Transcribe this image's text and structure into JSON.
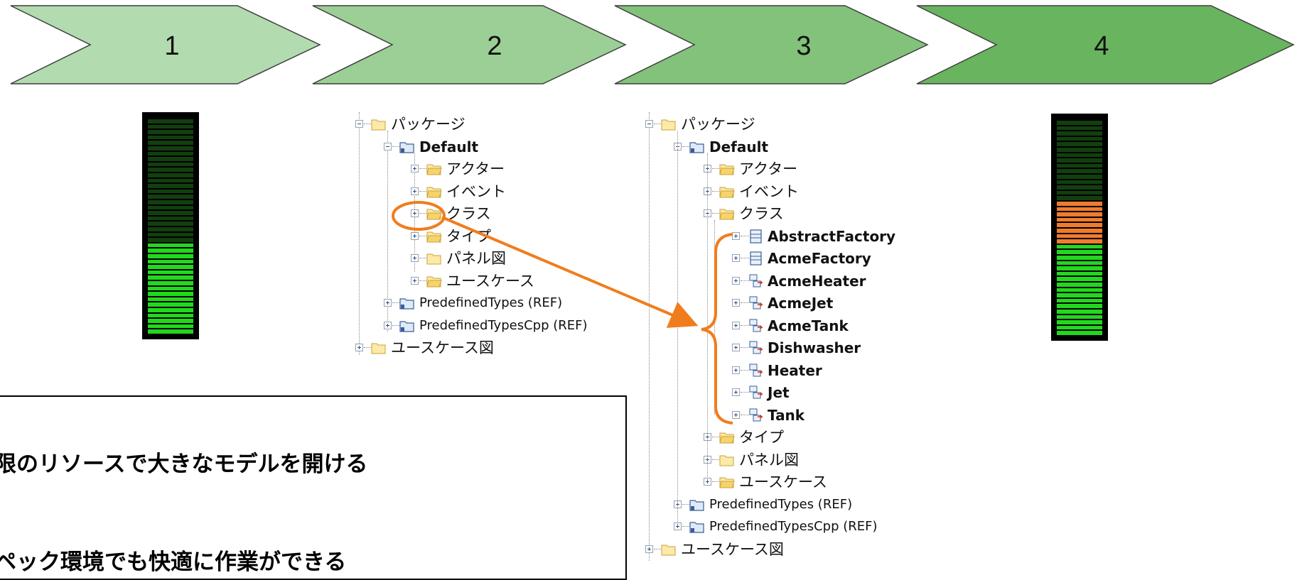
{
  "steps": [
    {
      "label": "1",
      "color": "#b2dbb0"
    },
    {
      "label": "2",
      "color": "#9ccf95"
    },
    {
      "label": "3",
      "color": "#82c27a"
    },
    {
      "label": "4",
      "color": "#69b45e"
    }
  ],
  "gauges": [
    {
      "name": "memory-gauge-step1",
      "segments_total": 40,
      "green_fraction": 0.42,
      "orange_fraction": 0.0
    },
    {
      "name": "memory-gauge-step4",
      "segments_total": 40,
      "green_fraction": 0.42,
      "orange_fraction": 0.2
    }
  ],
  "colors": {
    "green": "#22d81e",
    "orange": "#ef7c2e",
    "dark_segment": "#123f0f",
    "accent_orange": "#f07d1d"
  },
  "tree_step2": {
    "root": "パッケージ",
    "default": "Default",
    "children": [
      "アクター",
      "イベント",
      "クラス",
      "タイプ",
      "パネル図",
      "ユースケース"
    ],
    "ref1": "PredefinedTypes (REF)",
    "ref2": "PredefinedTypesCpp (REF)",
    "usecase_diagram": "ユースケース図"
  },
  "tree_step3": {
    "root": "パッケージ",
    "default": "Default",
    "children_before": [
      "アクター",
      "イベント",
      "クラス"
    ],
    "classes": [
      "AbstractFactory",
      "AcmeFactory",
      "AcmeHeater",
      "AcmeJet",
      "AcmeTank",
      "Dishwasher",
      "Heater",
      "Jet",
      "Tank"
    ],
    "children_after": [
      "タイプ",
      "パネル図",
      "ユースケース"
    ],
    "ref1": "PredefinedTypes (REF)",
    "ref2": "PredefinedTypesCpp (REF)",
    "usecase_diagram": "ユースケース図"
  },
  "callout": {
    "line1": "限のリソースで大きなモデルを開ける",
    "line2": "ペック環境でも快適に作業ができる"
  }
}
